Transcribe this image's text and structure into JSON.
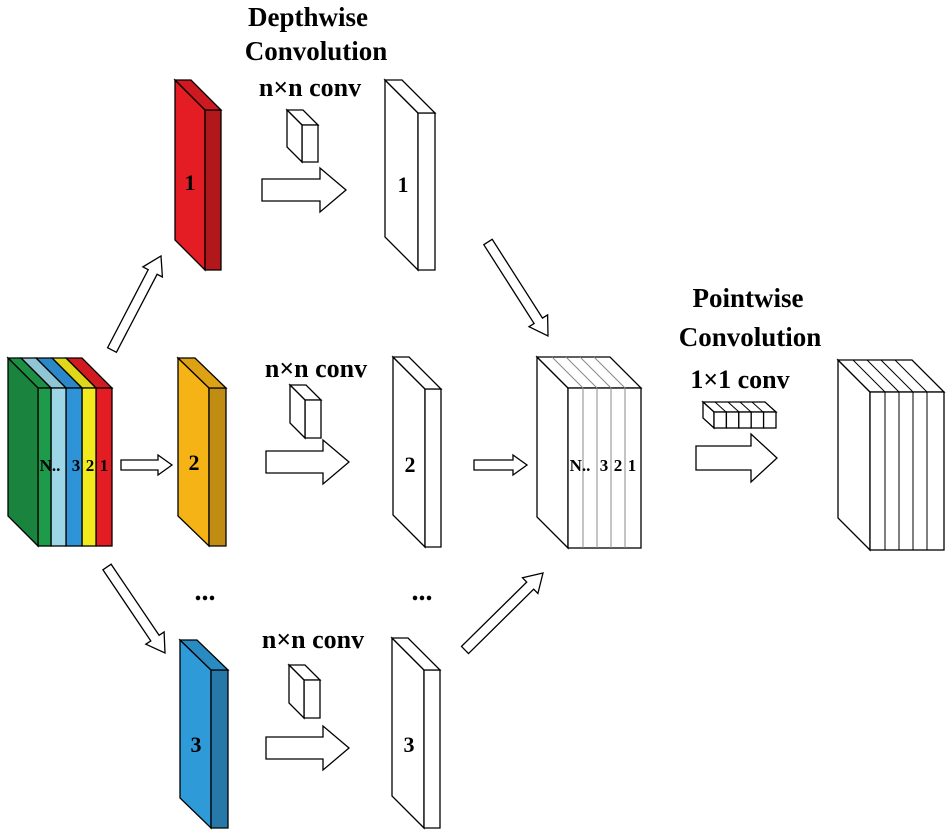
{
  "titles": {
    "depthwise": [
      "Depthwise",
      "Convolution"
    ],
    "pointwise": [
      "Pointwise",
      "Convolution"
    ]
  },
  "conv_labels": {
    "depthwise": "n×n conv",
    "pointwise": "1×1 conv"
  },
  "input_channel_labels": [
    "N..",
    "3",
    "2",
    "1"
  ],
  "combined_channel_labels": [
    "N..",
    "3",
    "2",
    "1"
  ],
  "input_channel_colors": [
    "#1e9b4a",
    "#9dd6e6",
    "#2f93d8",
    "#f2ea1c",
    "#e31d23"
  ],
  "branches": [
    {
      "filter_number": "1",
      "output_number": "1",
      "color": "#e31d23"
    },
    {
      "filter_number": "2",
      "output_number": "2",
      "color": "#f6b316"
    },
    {
      "filter_number": "3",
      "output_number": "3",
      "color": "#2f9ad8"
    }
  ],
  "ellipsis": "..."
}
